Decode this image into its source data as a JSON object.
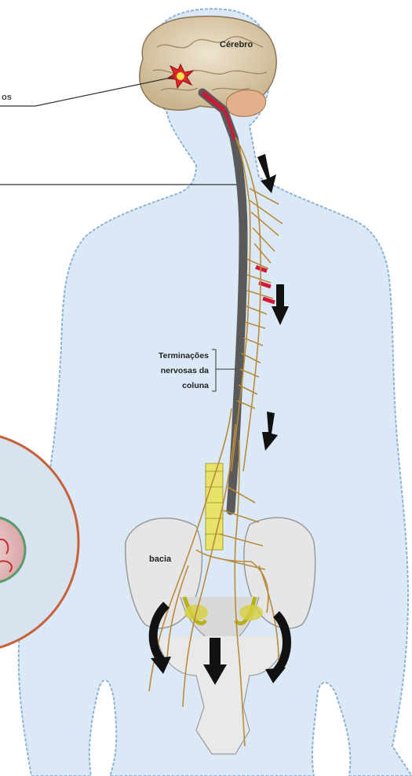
{
  "labels": {
    "brain": "Cérebro",
    "spinal_line1": "Terminações",
    "spinal_line2": "nervosas da",
    "spinal_line3": "coluna",
    "pelvis": "bacia",
    "cropped_left": "os"
  },
  "colors": {
    "body_fill": "#dbe9f6",
    "body_outline": "#8fb3d6",
    "nerve": "#b88a3c",
    "pain": "#d4183a",
    "arrow": "#111111",
    "inset_ring": "#c8603a",
    "inset_fill": "#e7c9c9"
  },
  "icons": [
    "pain-burst-icon",
    "arrow-down-icon",
    "arrow-curved-icon"
  ]
}
